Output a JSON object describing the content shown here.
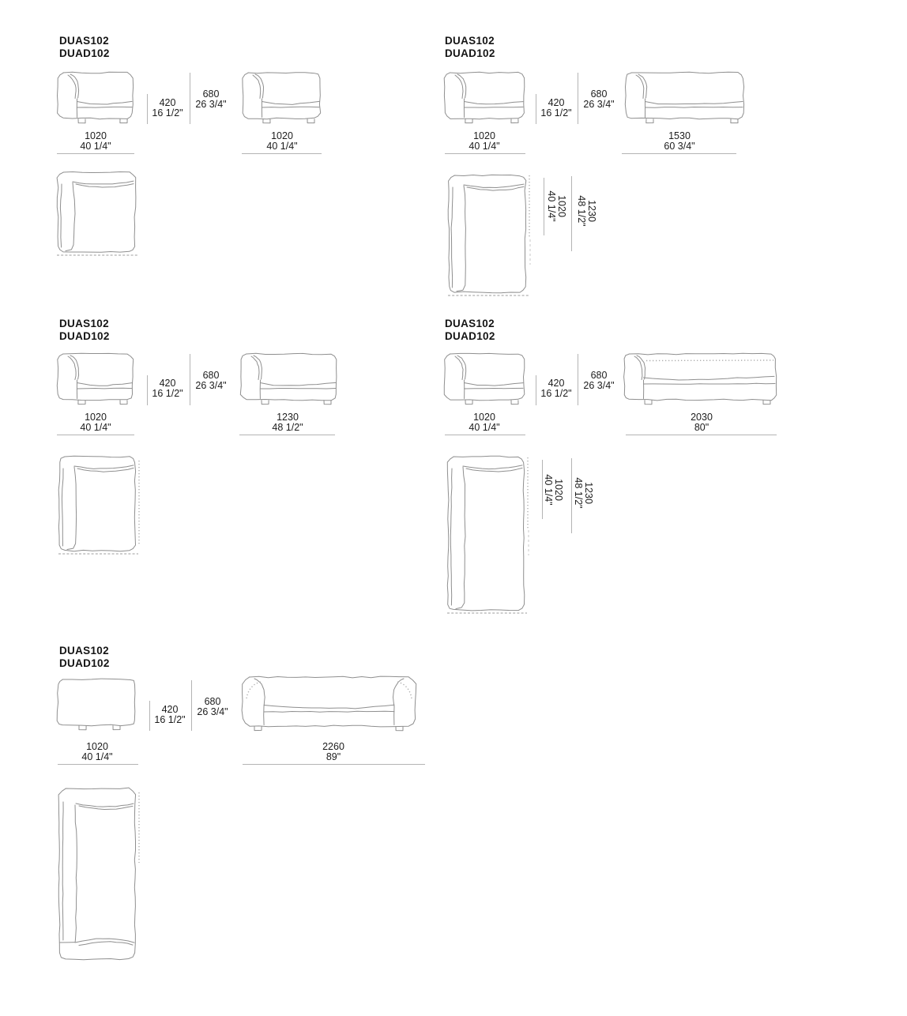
{
  "document": {
    "background": "#ffffff"
  },
  "colors": {
    "drawing_line": "#8f8f8f",
    "dimension_line": "#b4b4b4",
    "text": "#1c1c1c"
  },
  "sections": [
    {
      "code": [
        "DUAS102",
        "DUAD102"
      ],
      "height_dims": {
        "seat": {
          "mm": "420",
          "in": "16 1/2\""
        },
        "back": {
          "mm": "680",
          "in": "26 3/4\""
        }
      },
      "module_widths": [
        {
          "mm": "1020",
          "in": "40 1/4\""
        },
        {
          "mm": "1020",
          "in": "40 1/4\""
        }
      ]
    },
    {
      "code": [
        "DUAS102",
        "DUAD102"
      ],
      "height_dims": {
        "seat": {
          "mm": "420",
          "in": "16 1/2\""
        },
        "back": {
          "mm": "680",
          "in": "26 3/4\""
        }
      },
      "module_widths": [
        {
          "mm": "1020",
          "in": "40 1/4\""
        },
        {
          "mm": "1530",
          "in": "60 3/4\""
        }
      ],
      "plan_depth_dims": [
        {
          "mm": "1020",
          "in": "40 1/4\""
        },
        {
          "mm": "1230",
          "in": "48 1/2\""
        }
      ]
    },
    {
      "code": [
        "DUAS102",
        "DUAD102"
      ],
      "height_dims": {
        "seat": {
          "mm": "420",
          "in": "16 1/2\""
        },
        "back": {
          "mm": "680",
          "in": "26 3/4\""
        }
      },
      "module_widths": [
        {
          "mm": "1020",
          "in": "40 1/4\""
        },
        {
          "mm": "1230",
          "in": "48 1/2\""
        }
      ]
    },
    {
      "code": [
        "DUAS102",
        "DUAD102"
      ],
      "height_dims": {
        "seat": {
          "mm": "420",
          "in": "16 1/2\""
        },
        "back": {
          "mm": "680",
          "in": "26 3/4\""
        }
      },
      "module_widths": [
        {
          "mm": "1020",
          "in": "40 1/4\""
        },
        {
          "mm": "2030",
          "in": "80\""
        }
      ],
      "plan_depth_dims": [
        {
          "mm": "1020",
          "in": "40 1/4\""
        },
        {
          "mm": "1230",
          "in": "48 1/2\""
        }
      ]
    },
    {
      "code": [
        "DUAS102",
        "DUAD102"
      ],
      "height_dims": {
        "seat": {
          "mm": "420",
          "in": "16 1/2\""
        },
        "back": {
          "mm": "680",
          "in": "26 3/4\""
        }
      },
      "module_widths": [
        {
          "mm": "1020",
          "in": "40 1/4\""
        },
        {
          "mm": "2260",
          "in": "89\""
        }
      ]
    }
  ]
}
